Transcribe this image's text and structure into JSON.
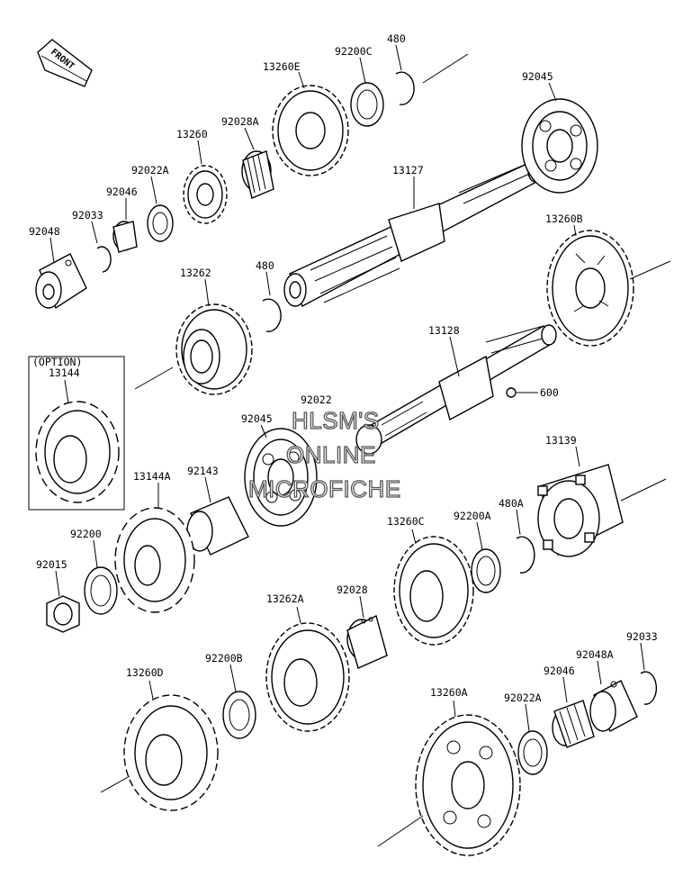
{
  "front_badge": "FRONT",
  "option_box": {
    "title": "(OPTION)",
    "part": "13144"
  },
  "watermark": [
    "HLSM'S",
    "ONLINE",
    "MICROFICHE"
  ],
  "labels": {
    "p480_top": "480",
    "p92200C": "92200C",
    "p13260E": "13260E",
    "p92045_top": "92045",
    "p92028A": "92028A",
    "p13260": "13260",
    "p92022A_top": "92022A",
    "p92046_top": "92046",
    "p92033_top": "92033",
    "p92048": "92048",
    "p13127": "13127",
    "p13260B": "13260B",
    "p480_mid": "480",
    "p13262": "13262",
    "p13128": "13128",
    "p600": "600",
    "p92022": "92022",
    "p92045_mid": "92045",
    "p13139": "13139",
    "p13144A": "13144A",
    "p92143": "92143",
    "p92200": "92200",
    "p92015": "92015",
    "p13260C": "13260C",
    "p92200A": "92200A",
    "p480A": "480A",
    "p92028": "92028",
    "p13262A": "13262A",
    "p92200B": "92200B",
    "p13260D": "13260D",
    "p13260A": "13260A",
    "p92022A_bot": "92022A",
    "p92046_bot": "92046",
    "p92048A": "92048A",
    "p92033_bot": "92033"
  }
}
